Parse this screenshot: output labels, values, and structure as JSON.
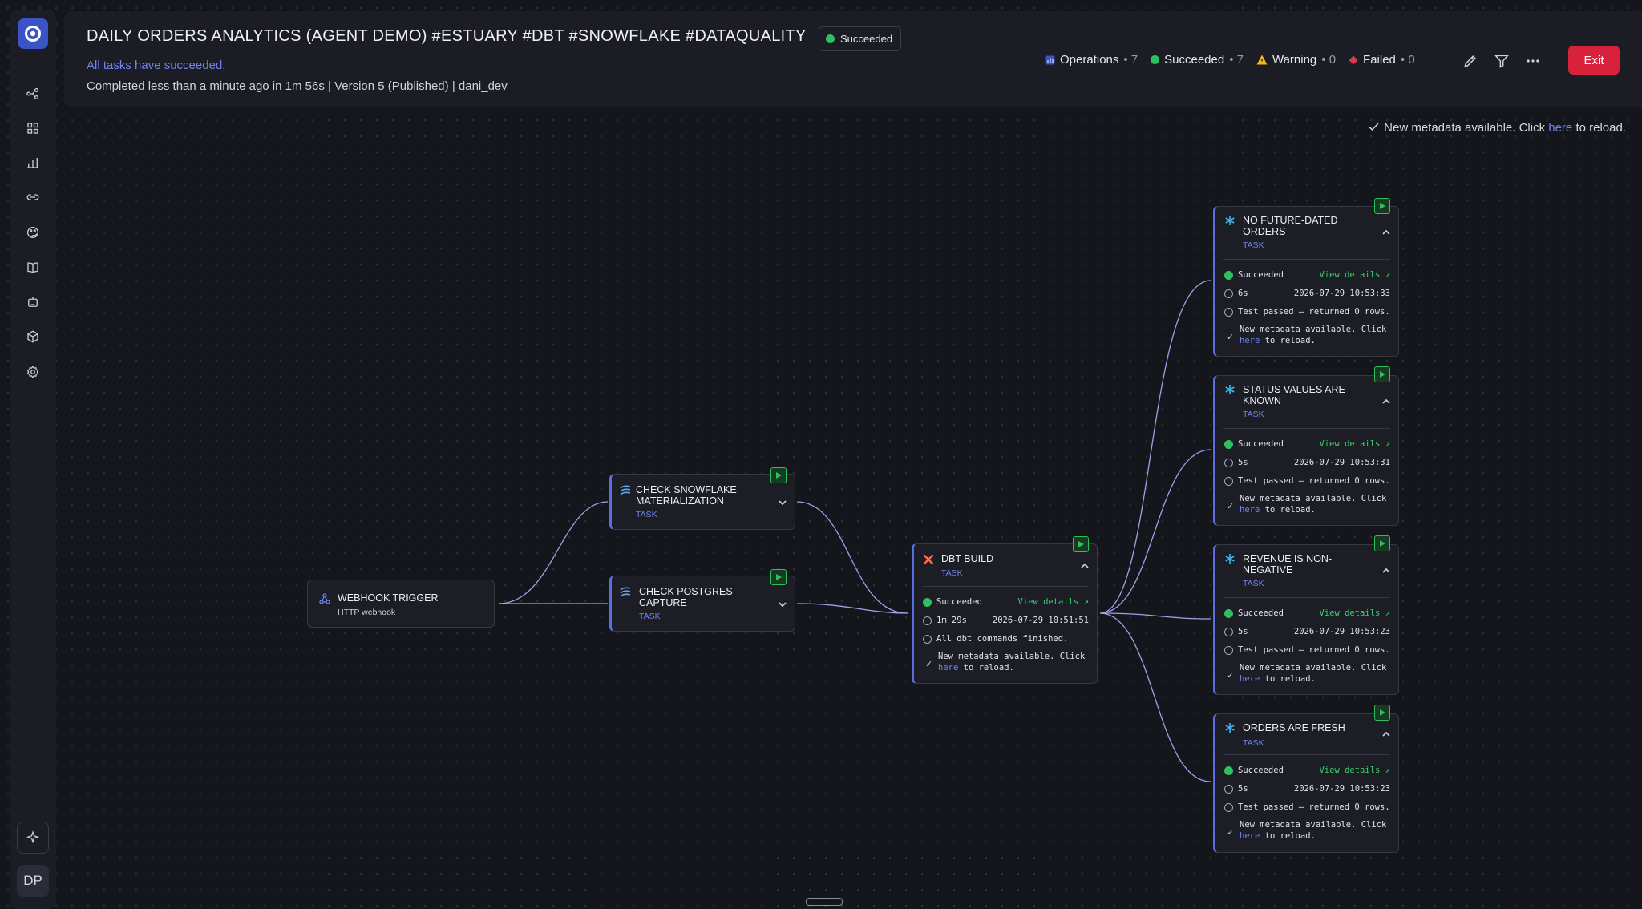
{
  "header": {
    "title": "DAILY ORDERS ANALYTICS (AGENT DEMO) #ESTUARY #DBT #SNOWFLAKE #DATAQUALITY",
    "status_pill": "Succeeded",
    "all_succeeded": "All tasks have succeeded.",
    "completed_info": "Completed less than a minute ago in 1m 56s | Version 5 (Published)  |  dani_dev",
    "stats": {
      "operations": "Operations",
      "operations_count": "• 7",
      "succeeded": "Succeeded",
      "succeeded_count": "• 7",
      "warning": "Warning",
      "warning_count": "• 0",
      "failed": "Failed",
      "failed_count": "• 0"
    },
    "exit_label": "Exit"
  },
  "metadata_note": {
    "prefix": "New metadata available. Click ",
    "link": "here",
    "suffix": " to reload."
  },
  "sidebar": {
    "avatar": "DP"
  },
  "nodes": {
    "webhook": {
      "title": "WEBHOOK TRIGGER",
      "sub": "HTTP webhook"
    },
    "snowflake": {
      "title": "CHECK SNOWFLAKE MATERIALIZATION",
      "sub": "TASK"
    },
    "postgres": {
      "title": "CHECK POSTGRES CAPTURE",
      "sub": "TASK"
    },
    "dbt": {
      "title": "DBT BUILD",
      "sub": "TASK",
      "status": "Succeeded",
      "view": "View details ↗",
      "duration": "1m 29s",
      "timestamp": "2026-07-29 10:51:51",
      "message": "All dbt commands finished.",
      "meta1": "New metadata available. Click",
      "meta_link": "here",
      "meta2": " to reload."
    },
    "future": {
      "title": "NO FUTURE-DATED ORDERS",
      "sub": "TASK",
      "status": "Succeeded",
      "view": "View details ↗",
      "duration": "6s",
      "timestamp": "2026-07-29 10:53:33",
      "message": "Test passed – returned 0 rows.",
      "meta1": "New metadata available. Click",
      "meta_link": "here",
      "meta2": " to reload."
    },
    "status": {
      "title": "STATUS VALUES ARE KNOWN",
      "sub": "TASK",
      "status": "Succeeded",
      "view": "View details ↗",
      "duration": "5s",
      "timestamp": "2026-07-29 10:53:31",
      "message": "Test passed – returned 0 rows.",
      "meta1": "New metadata available. Click",
      "meta_link": "here",
      "meta2": " to reload."
    },
    "revenue": {
      "title": "REVENUE IS NON-NEGATIVE",
      "sub": "TASK",
      "status": "Succeeded",
      "view": "View details ↗",
      "duration": "5s",
      "timestamp": "2026-07-29 10:53:23",
      "message": "Test passed – returned 0 rows.",
      "meta1": "New metadata available. Click",
      "meta_link": "here",
      "meta2": " to reload."
    },
    "fresh": {
      "title": "ORDERS ARE FRESH",
      "sub": "TASK",
      "status": "Succeeded",
      "view": "View details ↗",
      "duration": "5s",
      "timestamp": "2026-07-29 10:53:23",
      "message": "Test passed – returned 0 rows.",
      "meta1": "New metadata available. Click",
      "meta_link": "here",
      "meta2": " to reload."
    }
  },
  "colors": {
    "accent": "#6f84f0",
    "success": "#2fbf5e",
    "warning": "#f3b81c",
    "danger": "#d8213a",
    "edge": "#9aa4e6"
  }
}
